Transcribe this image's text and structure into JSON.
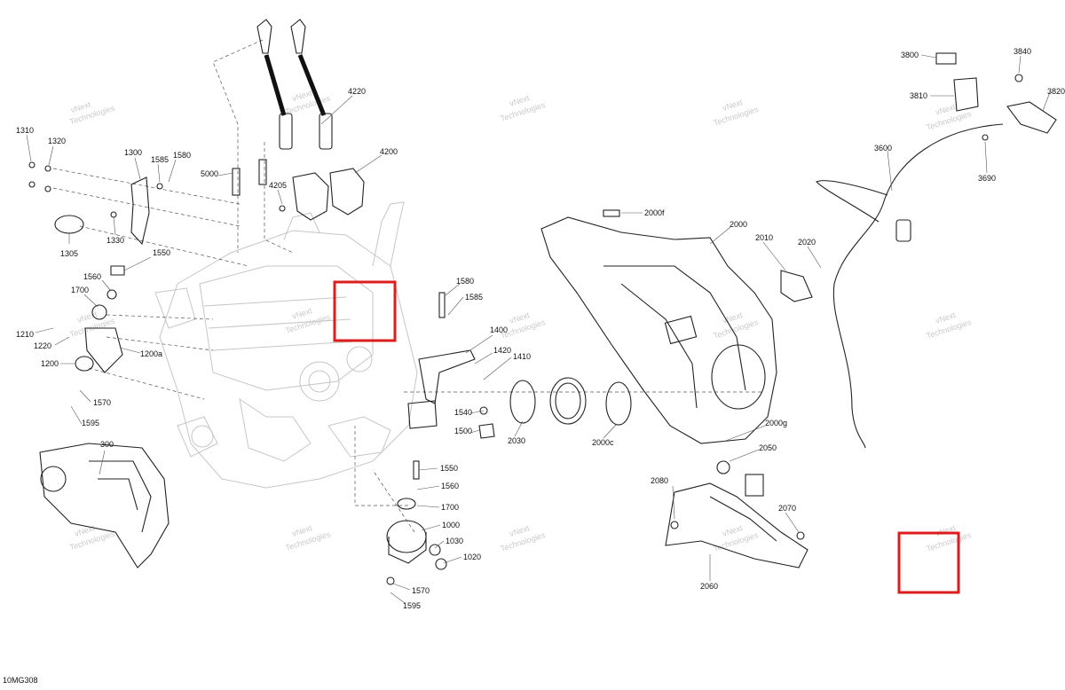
{
  "diagram": {
    "id_label": "10MG308",
    "watermark_top": "vNext",
    "watermark_bottom": "Technologies",
    "highlight_color": "#dd1c1c",
    "callouts": [
      "1310",
      "1320",
      "1300",
      "1585",
      "1580",
      "5000",
      "4205",
      "4220",
      "4200",
      "1305",
      "1330",
      "1550",
      "1560",
      "1700",
      "1210",
      "1220",
      "1200",
      "1200a",
      "1570",
      "1595",
      "300",
      "1580",
      "1585",
      "1400",
      "1420",
      "1410",
      "1540",
      "1500",
      "2030",
      "2000c",
      "1550",
      "1560",
      "1700",
      "1000",
      "1030",
      "1020",
      "1570",
      "1595",
      "2000f",
      "2000",
      "2010",
      "2020",
      "2000g",
      "2050",
      "2080",
      "2070",
      "2060",
      "3800",
      "3840",
      "3810",
      "3820",
      "3600",
      "3690"
    ]
  }
}
